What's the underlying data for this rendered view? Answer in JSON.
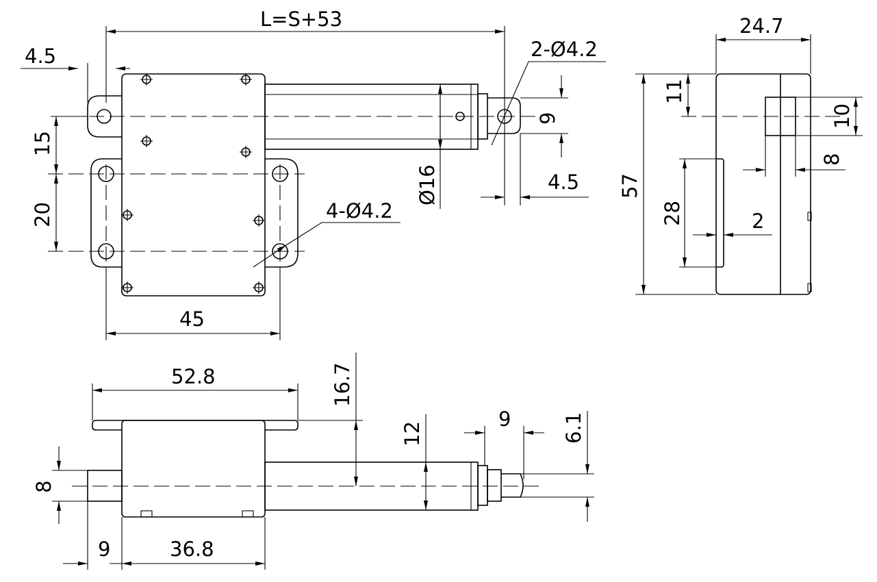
{
  "top_view": {
    "length": "L=S+53",
    "ear_offset": "4.5",
    "rod_holes": "2-Ø4.2",
    "ear_to_flange": "15",
    "flange_hole_spacing": "20",
    "rod_diameter": "Ø16",
    "clevis_width": "9",
    "clevis_offset": "4.5",
    "flange_holes": "4-Ø4.2",
    "flange_width": "45"
  },
  "side_view": {
    "depth": "24.7",
    "top_to_center": "11",
    "connector_height": "10",
    "connector_width": "8",
    "total_height": "57",
    "plate_height": "28",
    "plate_thickness": "2"
  },
  "bottom_view": {
    "flange_length": "52.8",
    "flange_to_center": "16.7",
    "tube_diameter": "12",
    "clevis_length": "9",
    "clevis_thickness": "6.1",
    "stub_height": "8",
    "stub_length": "9",
    "body_length": "36.8"
  }
}
